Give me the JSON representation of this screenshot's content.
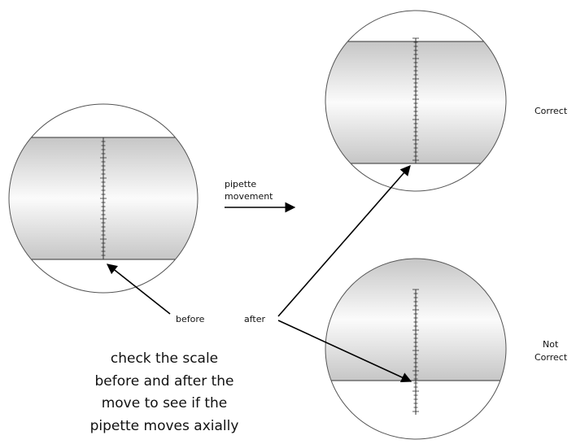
{
  "labels": {
    "pipette_movement_line1": "pipette",
    "pipette_movement_line2": "movement",
    "before": "before",
    "after": "after",
    "correct": "Correct",
    "not_correct_line1": "Not",
    "not_correct_line2": "Correct"
  },
  "caption": {
    "line1": "check the scale",
    "line2": "before and after the",
    "line3": "move to see if the",
    "line4": "pipette moves axially"
  },
  "colors": {
    "line": "#000000",
    "circle_stroke": "#555555",
    "pipette_band_edge": "#c9c9c9",
    "pipette_band_center": "#fbfbfb",
    "text": "#111111"
  },
  "icons": {
    "scale": "ruler-scale-icon",
    "arrow": "arrow-icon"
  }
}
